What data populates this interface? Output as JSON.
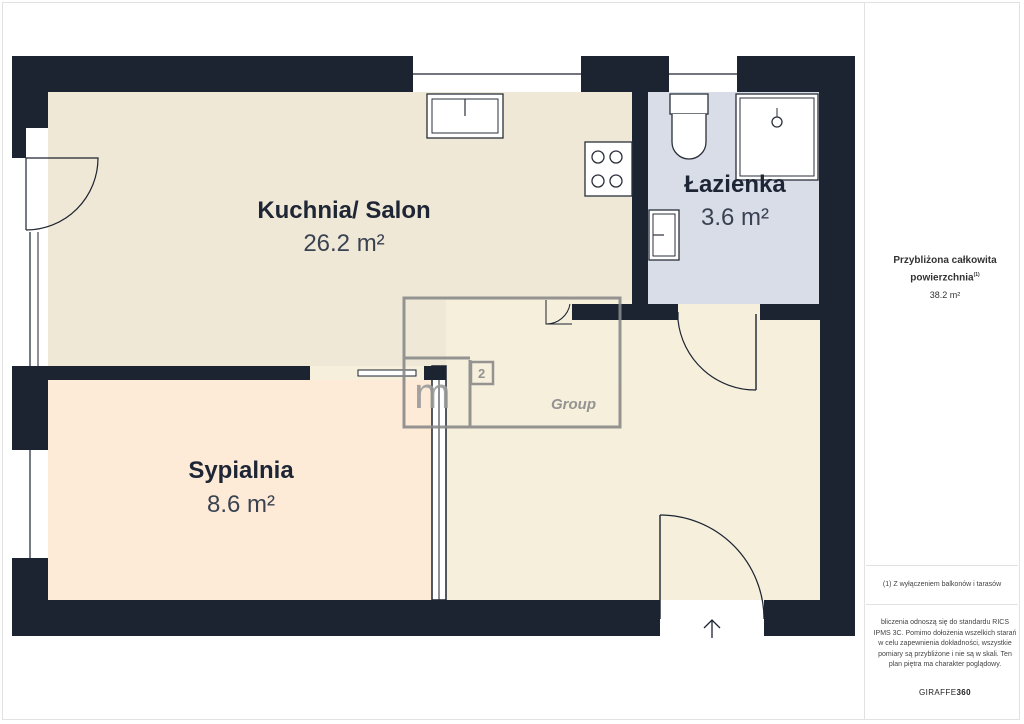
{
  "rooms": [
    {
      "name": "Kuchnia/ Salon",
      "area": "26.2 m²"
    },
    {
      "name": "Łazienka",
      "area": "3.6 m²"
    },
    {
      "name": "Sypialnia",
      "area": "8.6 m²"
    }
  ],
  "watermark": {
    "logo_letter": "m",
    "logo_superscript": "2",
    "text": "Group"
  },
  "summary": {
    "label": "Przybliżona całkowita powierzchnia",
    "label_footnote_marker": "(1)",
    "total_area": "38.2 m²"
  },
  "footnote": "(1) Z wyłączeniem balkonów i tarasów",
  "disclaimer": "bliczenia odnoszą się do standardu RICS IPMS 3C. Pomimo dołożenia wszelkich starań w celu zapewnienia dokładności, wszystkie pomiary są przybliżone i nie są w skali. Ten plan piętra ma charakter poglądowy.",
  "brand": {
    "part1": "GIRAFFE",
    "part2": "360"
  },
  "colors": {
    "wall": "#1c2331",
    "kitchen_floor": "#efe8d6",
    "bedroom_floor": "#fdebd8",
    "bathroom_floor": "#d9dde8",
    "hall_floor": "#f5efdc",
    "fixture_stroke": "#2a2f3a",
    "watermark": "#8a8a8a"
  },
  "icons": [
    "entry-arrow-icon",
    "stove-icon",
    "sink-icon",
    "toilet-icon",
    "shower-icon",
    "washbasin-icon"
  ]
}
